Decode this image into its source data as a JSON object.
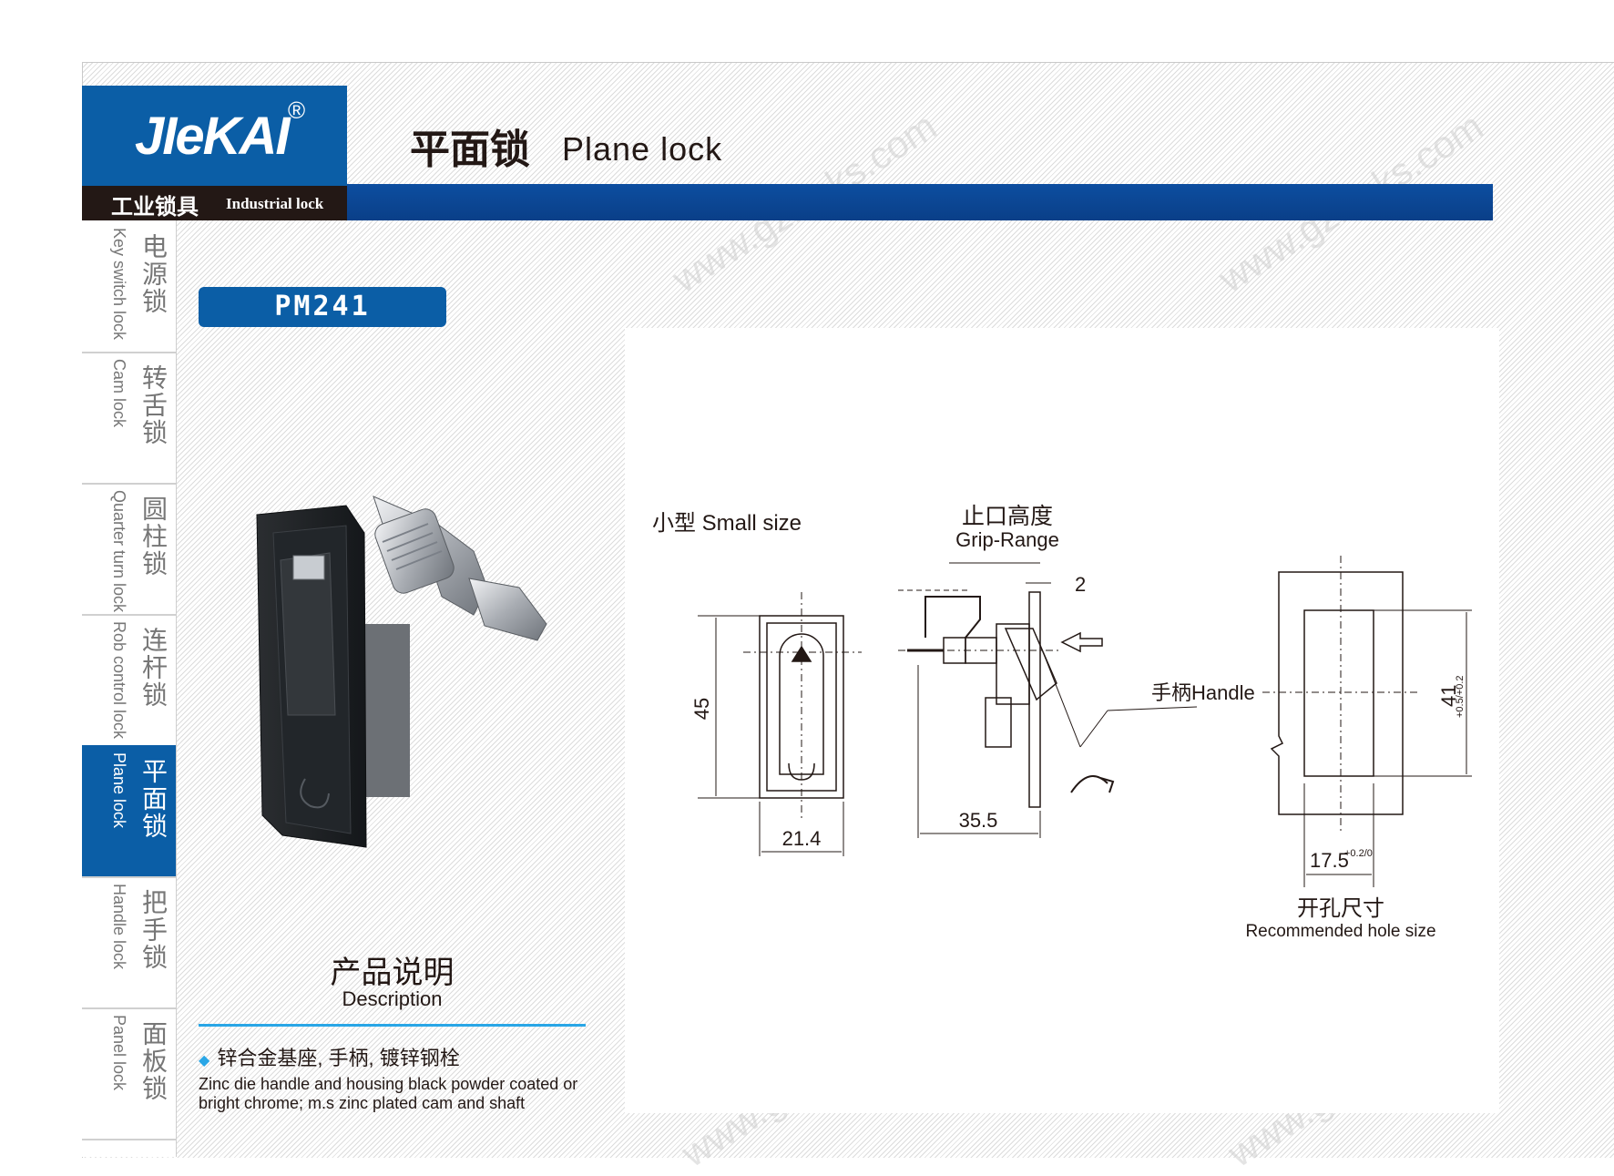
{
  "brand": {
    "logo": "JIeKAI",
    "registered": "®",
    "sub_cn": "工业锁具",
    "sub_en": "Industrial lock"
  },
  "header": {
    "title_cn": "平面锁",
    "title_en": "Plane lock"
  },
  "sidebar": {
    "items": [
      {
        "cn": "电源锁",
        "en": "Key switch lock",
        "active": false
      },
      {
        "cn": "转舌锁",
        "en": "Cam lock",
        "active": false
      },
      {
        "cn": "圆柱锁",
        "en": "Quarter turn lock",
        "active": false
      },
      {
        "cn": "连杆锁",
        "en": "Rob control lock",
        "active": false
      },
      {
        "cn": "平面锁",
        "en": "Plane lock",
        "active": true
      },
      {
        "cn": "把手锁",
        "en": "Handle lock",
        "active": false
      },
      {
        "cn": "面板锁",
        "en": "Panel lock",
        "active": false
      }
    ]
  },
  "product": {
    "model": "PM241"
  },
  "drawing": {
    "size_label": "小型 Small size",
    "grip_cn": "止口高度",
    "grip_en": "Grip-Range",
    "handle_label": "手柄Handle",
    "dim_height": "45",
    "dim_width": "21.4",
    "dim_depth": "35.5",
    "dim_grip": "2",
    "hole_height": "41",
    "hole_height_tol": "+0.5/+0.2",
    "hole_width": "17.5",
    "hole_width_tol": "+0.2/0",
    "hole_cn": "开孔尺寸",
    "hole_en": "Recommended hole size"
  },
  "description": {
    "title_cn": "产品说明",
    "title_en": "Description",
    "bullet_cn": "锌合金基座, 手柄, 镀锌钢栓",
    "body_en": "Zinc die handle and housing black powder coated or bright chrome; m.s zinc plated cam and shaft"
  },
  "watermark": "www.gzlocks.com",
  "colors": {
    "brand_blue": "#0b5ea6",
    "header_blue": "#0d4ea0",
    "accent_cyan": "#29a6e6",
    "dark": "#231815"
  }
}
